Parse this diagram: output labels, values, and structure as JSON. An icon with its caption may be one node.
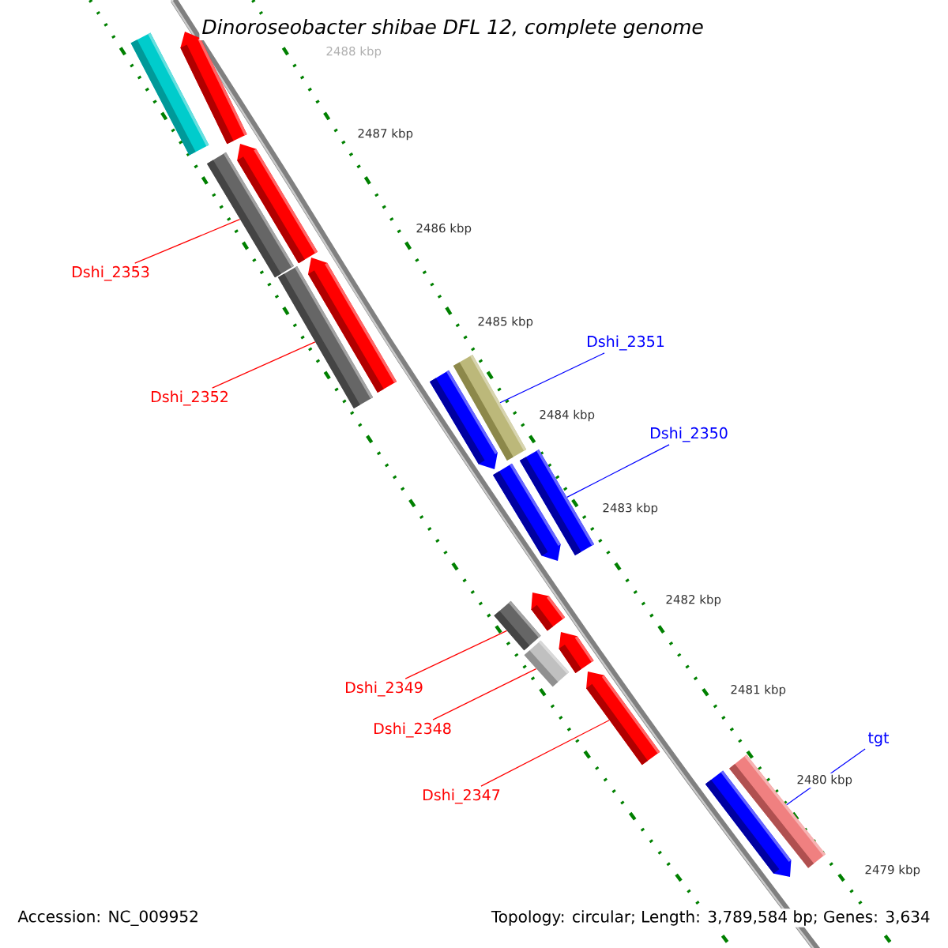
{
  "diagram": {
    "title": "Dinoroseobacter shibae DFL 12, complete genome",
    "nodes": [
      {
        "text": [],
        "shape": "bar"
      },
      {
        "text": [],
        "shape": "bar"
      },
      {
        "text": [],
        "shape": "bar"
      },
      {
        "text": [],
        "shape": "bar"
      },
      {
        "text": [],
        "shape": "bar"
      },
      {
        "text": [],
        "shape": "bar"
      },
      {
        "text": [],
        "shape": "bar"
      },
      {
        "text": [],
        "shape": "bar"
      },
      {
        "text": [],
        "shape": "bar"
      },
      {
        "text": [],
        "shape": "bar"
      },
      {
        "text": [],
        "shape": "bar"
      },
      {
        "text": [],
        "shape": "bar"
      },
      {
        "text": [],
        "shape": "bar"
      },
      {
        "text": [],
        "shape": "bar"
      },
      {
        "text": [],
        "shape": "bar"
      },
      {
        "text": [],
        "shape": "bar"
      },
      {
        "text": [],
        "shape": "bar"
      },
      {
        "text": [
          "Dshi_2353"
        ]
      },
      {
        "text": [
          "Dshi_2352"
        ]
      },
      {
        "text": [
          "Dshi_2351"
        ]
      },
      {
        "text": [
          "Dshi_2350"
        ]
      },
      {
        "text": [
          "Dshi_2349"
        ]
      },
      {
        "text": [
          "Dshi_2348"
        ]
      },
      {
        "text": [
          "Dshi_2347"
        ]
      },
      {
        "text": [
          "tgt"
        ]
      }
    ],
    "edges": [
      {
        "from": 17,
        "to": 2,
        "arrow": "none"
      },
      {
        "from": 18,
        "to": 4,
        "arrow": "none"
      },
      {
        "from": 19,
        "to": 7,
        "arrow": "none",
        "color": "#0000ff"
      },
      {
        "from": 20,
        "to": 9,
        "arrow": "none",
        "color": "#0000ff"
      },
      {
        "from": 21,
        "to": 10,
        "arrow": "none"
      },
      {
        "from": 22,
        "to": 12,
        "arrow": "none"
      },
      {
        "from": 23,
        "to": 14,
        "arrow": "none"
      },
      {
        "from": 24,
        "to": 16,
        "arrow": "none",
        "color": "#0000ff"
      }
    ],
    "labels": [
      "2488 kbp",
      "2487 kbp",
      "2486 kbp",
      "2485 kbp",
      "2484 kbp",
      "2483 kbp",
      "2482 kbp",
      "2481 kbp",
      "2480 kbp",
      "2479 kbp",
      "Accession: NC_009952",
      "Topology: circular; Length: 3,789,584 bp; Genes: 3,634"
    ]
  }
}
